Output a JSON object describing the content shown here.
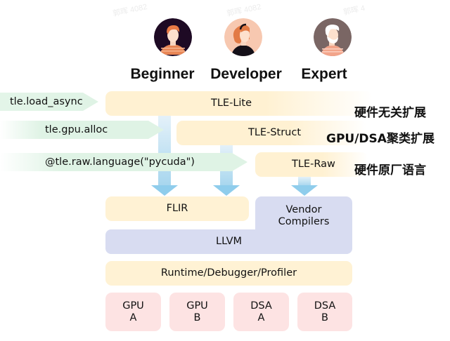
{
  "watermarks": [
    "郭晖 4082",
    "郭晖 4082",
    "郭晖 4"
  ],
  "personas": [
    {
      "label": "Beginner",
      "icon": "beginner-avatar-icon"
    },
    {
      "label": "Developer",
      "icon": "developer-avatar-icon"
    },
    {
      "label": "Expert",
      "icon": "expert-avatar-icon"
    }
  ],
  "api_examples": [
    {
      "label": "tle.load_async"
    },
    {
      "label": "tle.gpu.alloc"
    },
    {
      "label": "@tle.raw.language(\"pycuda\")"
    }
  ],
  "tle_layers": [
    {
      "label": "TLE-Lite",
      "description": "硬件无关扩展"
    },
    {
      "label": "TLE-Struct",
      "description": "GPU/DSA聚类扩展"
    },
    {
      "label": "TLE-Raw",
      "description": "硬件原厂语言"
    }
  ],
  "compiler": {
    "flir": "FLIR",
    "vendor": "Vendor Compilers",
    "llvm": "LLVM"
  },
  "runtime": "Runtime/Debugger/Profiler",
  "hardware": [
    {
      "line1": "GPU",
      "line2": "A"
    },
    {
      "line1": "GPU",
      "line2": "B"
    },
    {
      "line1": "DSA",
      "line2": "A"
    },
    {
      "line1": "DSA",
      "line2": "B"
    }
  ],
  "colors": {
    "tle_box": "#fff2d4",
    "compiler_box": "#d8dcf1",
    "hardware_box": "#fde3e3",
    "api_arrow": "#dff3e5",
    "flow_arrow": "#8fcdec"
  }
}
